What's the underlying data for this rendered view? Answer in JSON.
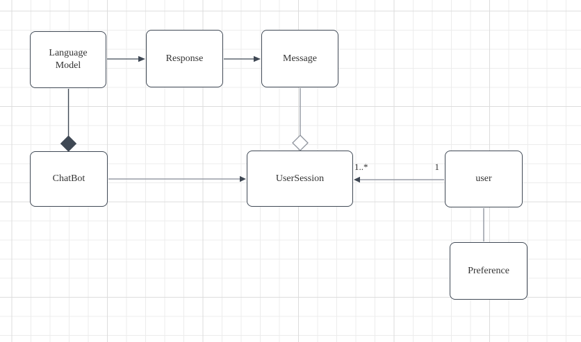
{
  "colors": {
    "node_fill": "#ffffff",
    "node_border": "#3f4854",
    "dark_edge": "#3f4854",
    "gray_edge": "#979ca6",
    "text": "#333333",
    "grid_minor": "#ececec",
    "grid_major": "#dcdcdc"
  },
  "diagram": {
    "nodes": {
      "language_model": {
        "label": "Language Model"
      },
      "response": {
        "label": "Response"
      },
      "message": {
        "label": "Message"
      },
      "chatbot": {
        "label": "ChatBot"
      },
      "usersession": {
        "label": "UserSession"
      },
      "user": {
        "label": "user"
      },
      "preference": {
        "label": "Preference"
      }
    },
    "edges": {
      "languagemodel_response": {
        "type": "directed-arrow"
      },
      "response_message": {
        "type": "directed-arrow"
      },
      "languagemodel_chatbot": {
        "type": "composition-diamond"
      },
      "message_usersession": {
        "type": "aggregation-diamond"
      },
      "chatbot_usersession": {
        "type": "directed-arrow"
      },
      "user_usersession": {
        "type": "directed-arrow",
        "source_label": "1",
        "target_label": "1..*"
      },
      "user_preference": {
        "type": "plain-line"
      }
    }
  }
}
